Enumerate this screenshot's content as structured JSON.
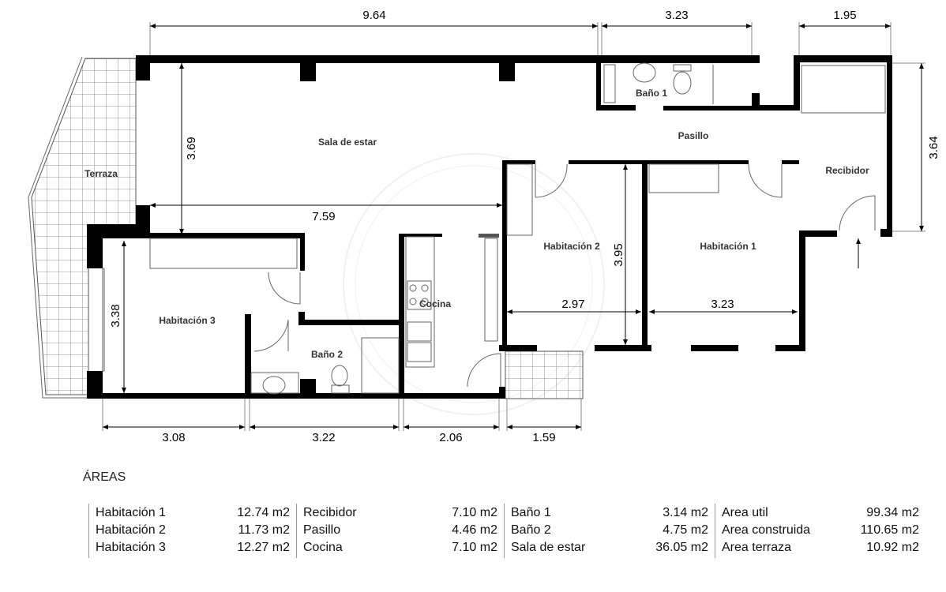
{
  "plan": {
    "rooms": {
      "sala": "Sala de estar",
      "terraza": "Terraza",
      "bano1": "Baño 1",
      "pasillo": "Pasillo",
      "recibidor": "Recibidor",
      "hab2": "Habitación 2",
      "hab1": "Habitación 1",
      "cocina": "Cocina",
      "hab3": "Habitación 3",
      "bano2": "Baño 2"
    },
    "dimensions": {
      "top_sala": "9.64",
      "top_bano": "3.23",
      "top_recibidor": "1.95",
      "right_recibidor": "3.64",
      "sala_height": "3.69",
      "sala_width": "7.59",
      "hab3_height": "3.38",
      "hab2_height": "3.95",
      "hab2_width": "2.97",
      "hab1_width": "3.23",
      "bottom_hab3": "3.08",
      "bottom_bano2": "3.22",
      "bottom_cocina": "2.06",
      "bottom_terraza": "1.59"
    }
  },
  "areas": {
    "title": "ÁREAS",
    "columns": [
      [
        {
          "name": "Habitación 1",
          "value": "12.74 m2"
        },
        {
          "name": "Habitación 2",
          "value": "11.73 m2"
        },
        {
          "name": "Habitación 3",
          "value": "12.27 m2"
        }
      ],
      [
        {
          "name": "Recibidor",
          "value": "7.10 m2"
        },
        {
          "name": "Pasillo",
          "value": "4.46 m2"
        },
        {
          "name": "Cocina",
          "value": "7.10 m2"
        }
      ],
      [
        {
          "name": "Baño 1",
          "value": "3.14 m2"
        },
        {
          "name": "Baño 2",
          "value": "4.75 m2"
        },
        {
          "name": "Sala de estar",
          "value": "36.05 m2"
        }
      ],
      [
        {
          "name": "Area util",
          "value": "99.34 m2"
        },
        {
          "name": "Area construida",
          "value": "110.65 m2"
        },
        {
          "name": "Area terraza",
          "value": "10.92 m2"
        }
      ]
    ]
  }
}
